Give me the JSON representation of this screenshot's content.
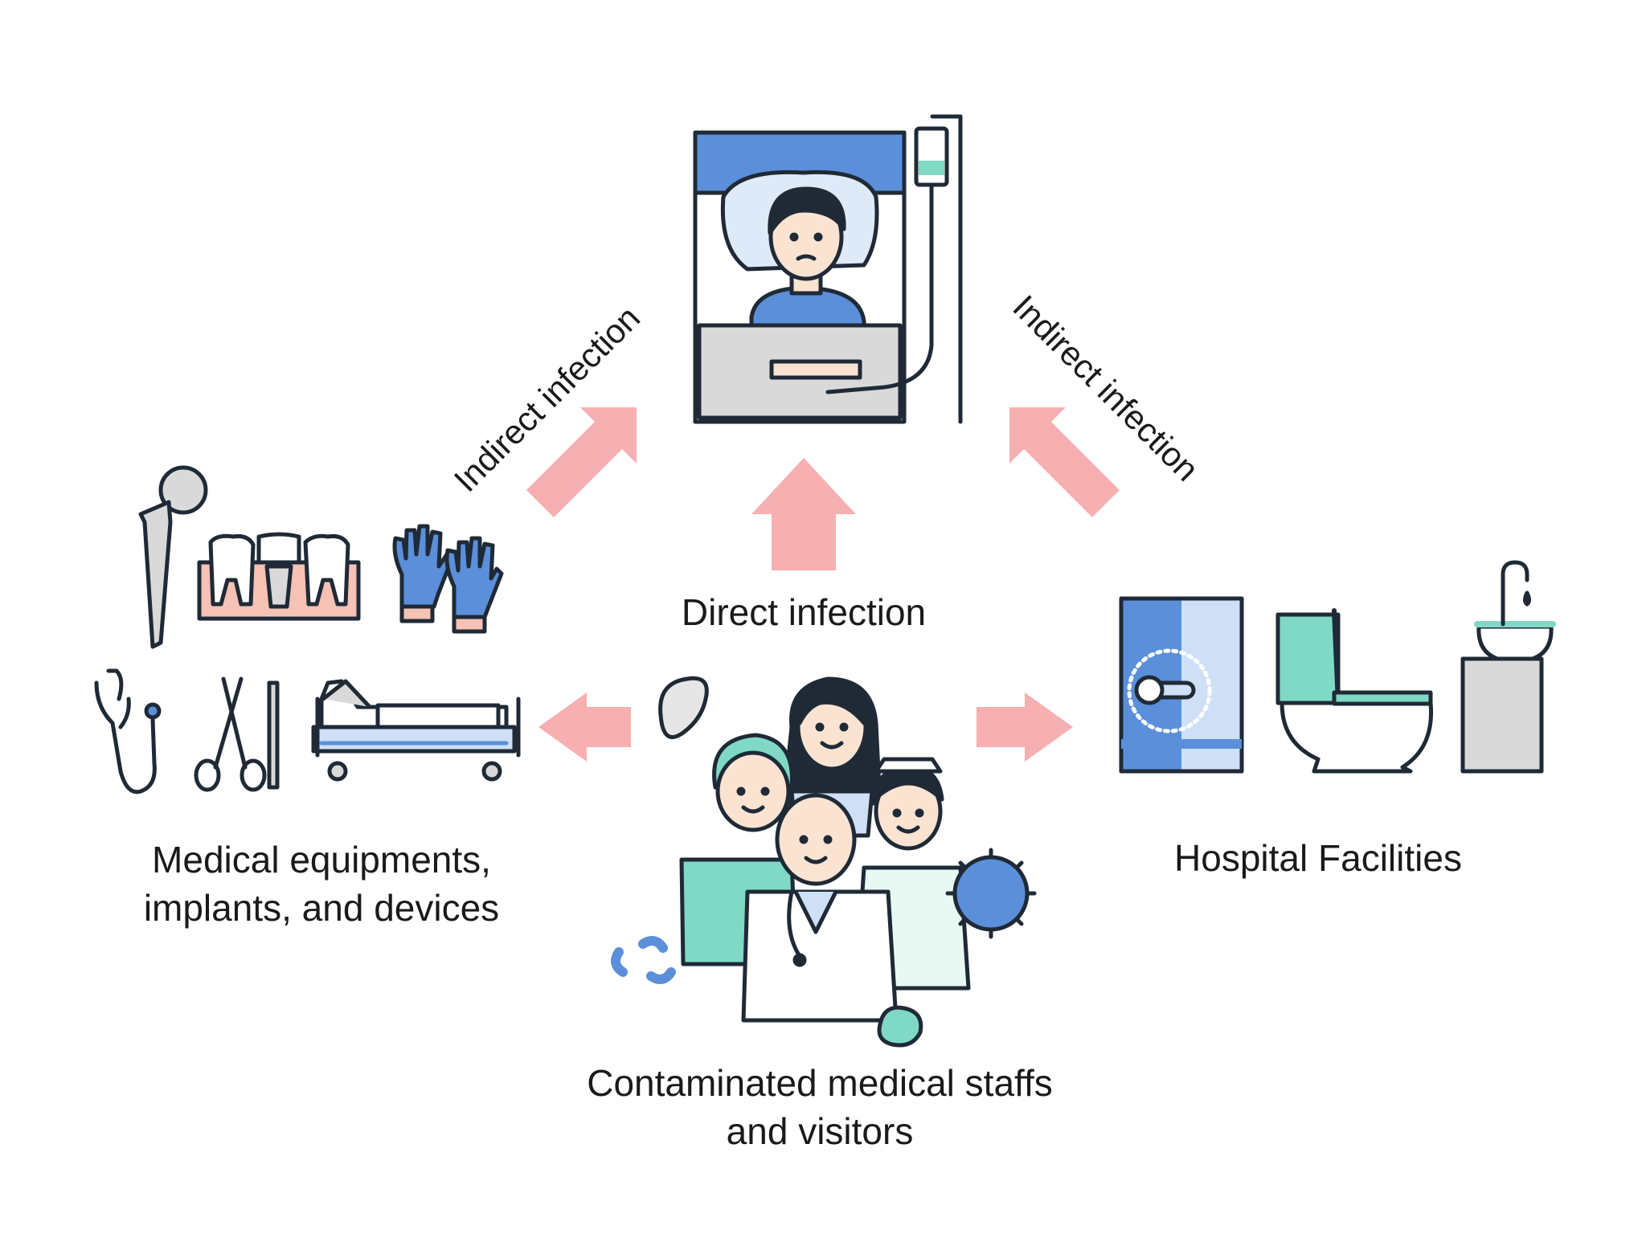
{
  "labels": {
    "indirect_left": "Indirect infection",
    "indirect_right": "Indirect infection",
    "direct": "Direct infection",
    "equipment_line1": "Medical equipments,",
    "equipment_line2": "implants, and devices",
    "facilities": "Hospital Facilities",
    "staff_line1": "Contaminated medical staffs",
    "staff_line2": "and visitors"
  },
  "colors": {
    "arrow": "#f6b0b2",
    "blue": "#5b8fd9",
    "light_blue": "#cfe0f6",
    "teal": "#7fd9c4",
    "gray": "#d9d9d9",
    "outline": "#1f2a36",
    "skin": "#fbe3d2",
    "gum": "#f5c2b5"
  }
}
